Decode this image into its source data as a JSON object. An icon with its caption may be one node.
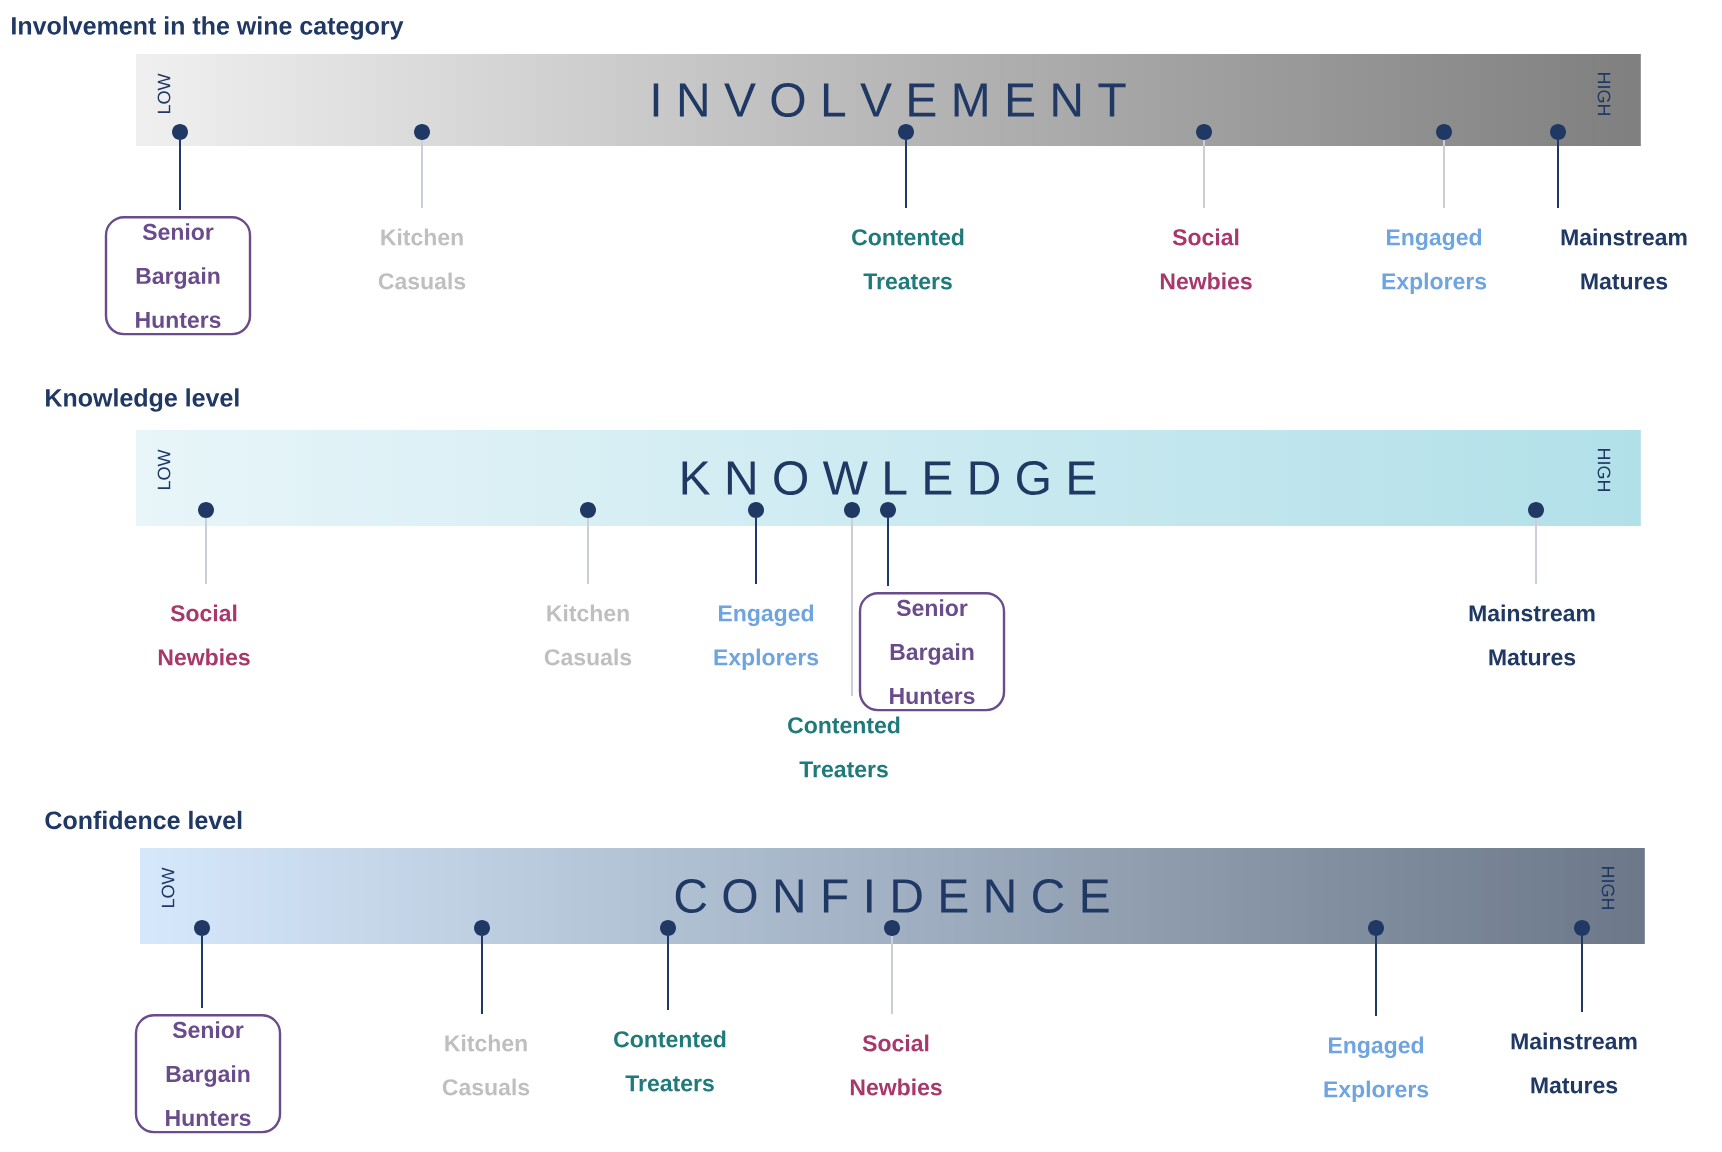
{
  "diagram": {
    "nodes": [
      {
        "text": [
          "Involvement in the wine category",
          "I N V O L V E M E N T",
          "LOW",
          "HIGH"
        ]
      },
      {
        "text": [],
        "shape": "circle",
        "in": 0
      },
      {
        "text": [],
        "shape": "circle",
        "in": 0
      },
      {
        "text": [],
        "shape": "circle",
        "in": 0
      },
      {
        "text": [],
        "shape": "circle",
        "in": 0
      },
      {
        "text": [],
        "shape": "circle",
        "in": 0
      },
      {
        "text": [],
        "shape": "circle",
        "in": 0
      },
      {
        "text": [
          "Senior Bargain Hunters"
        ]
      },
      {
        "text": [
          "Kitchen Casuals"
        ]
      },
      {
        "text": [
          "Contented Treaters"
        ]
      },
      {
        "text": [
          "Social Newbies"
        ]
      },
      {
        "text": [
          "Engaged Explorers"
        ]
      },
      {
        "text": [
          "Mainstream Matures"
        ]
      },
      {
        "text": [
          "Knowledge level",
          "K N O W L E D G E",
          "LOW",
          "HIGH"
        ]
      },
      {
        "text": [],
        "shape": "circle",
        "in": 13
      },
      {
        "text": [],
        "shape": "circle",
        "in": 13
      },
      {
        "text": [],
        "shape": "circle",
        "in": 13
      },
      {
        "text": [],
        "shape": "circle",
        "in": 13
      },
      {
        "text": [],
        "shape": "circle",
        "in": 13
      },
      {
        "text": [],
        "shape": "circle",
        "in": 13
      },
      {
        "text": [
          "Social Newbies"
        ]
      },
      {
        "text": [
          "Kitchen Casuals"
        ]
      },
      {
        "text": [
          "Engaged Explorers"
        ]
      },
      {
        "text": [
          "Senior Bargain Hunters"
        ]
      },
      {
        "text": [
          "Contented Treaters"
        ]
      },
      {
        "text": [
          "Mainstream Matures"
        ]
      },
      {
        "text": [
          "Confidence level",
          "C O N F I D E N C E",
          "LOW",
          "HIGH"
        ]
      },
      {
        "text": [],
        "shape": "circle",
        "in": 26
      },
      {
        "text": [],
        "shape": "circle",
        "in": 26
      },
      {
        "text": [],
        "shape": "circle",
        "in": 26
      },
      {
        "text": [],
        "shape": "circle",
        "in": 26
      },
      {
        "text": [],
        "shape": "circle",
        "in": 26
      },
      {
        "text": [],
        "shape": "circle",
        "in": 26
      },
      {
        "text": [
          "Senior Bargain Hunters"
        ]
      },
      {
        "text": [
          "Kitchen Casuals"
        ]
      },
      {
        "text": [
          "Contented Treaters"
        ]
      },
      {
        "text": [
          "Social Newbies"
        ]
      },
      {
        "text": [
          "Engaged Explorers"
        ]
      },
      {
        "text": [
          "Mainstream Matures"
        ]
      }
    ],
    "edges": [
      {
        "from": 7,
        "to": 1,
        "arrow": "none"
      },
      {
        "from": 8,
        "to": 2,
        "arrow": "none",
        "color": "#c9ced8"
      },
      {
        "from": 9,
        "to": 3,
        "arrow": "none"
      },
      {
        "from": 10,
        "to": 4,
        "arrow": "none",
        "color": "#c9ced8"
      },
      {
        "from": 11,
        "to": 5,
        "arrow": "none",
        "color": "#c9ced8"
      },
      {
        "from": 12,
        "to": 6,
        "arrow": "none"
      },
      {
        "from": 20,
        "to": 14,
        "arrow": "none",
        "color": "#c9ced8"
      },
      {
        "from": 21,
        "to": 15,
        "arrow": "none",
        "color": "#c9ced8"
      },
      {
        "from": 22,
        "to": 16,
        "arrow": "none"
      },
      {
        "from": 24,
        "to": 17,
        "arrow": "none",
        "color": "#c9ced8"
      },
      {
        "from": 23,
        "to": 18,
        "arrow": "none"
      },
      {
        "from": 25,
        "to": 19,
        "arrow": "none",
        "color": "#c9ced8"
      },
      {
        "from": 33,
        "to": 27,
        "arrow": "none"
      },
      {
        "from": 34,
        "to": 28,
        "arrow": "none"
      },
      {
        "from": 35,
        "to": 29,
        "arrow": "none"
      },
      {
        "from": 36,
        "to": 30,
        "arrow": "none",
        "color": "#c9ced8"
      },
      {
        "from": 37,
        "to": 31,
        "arrow": "none"
      },
      {
        "from": 38,
        "to": 32,
        "arrow": "none"
      }
    ]
  }
}
